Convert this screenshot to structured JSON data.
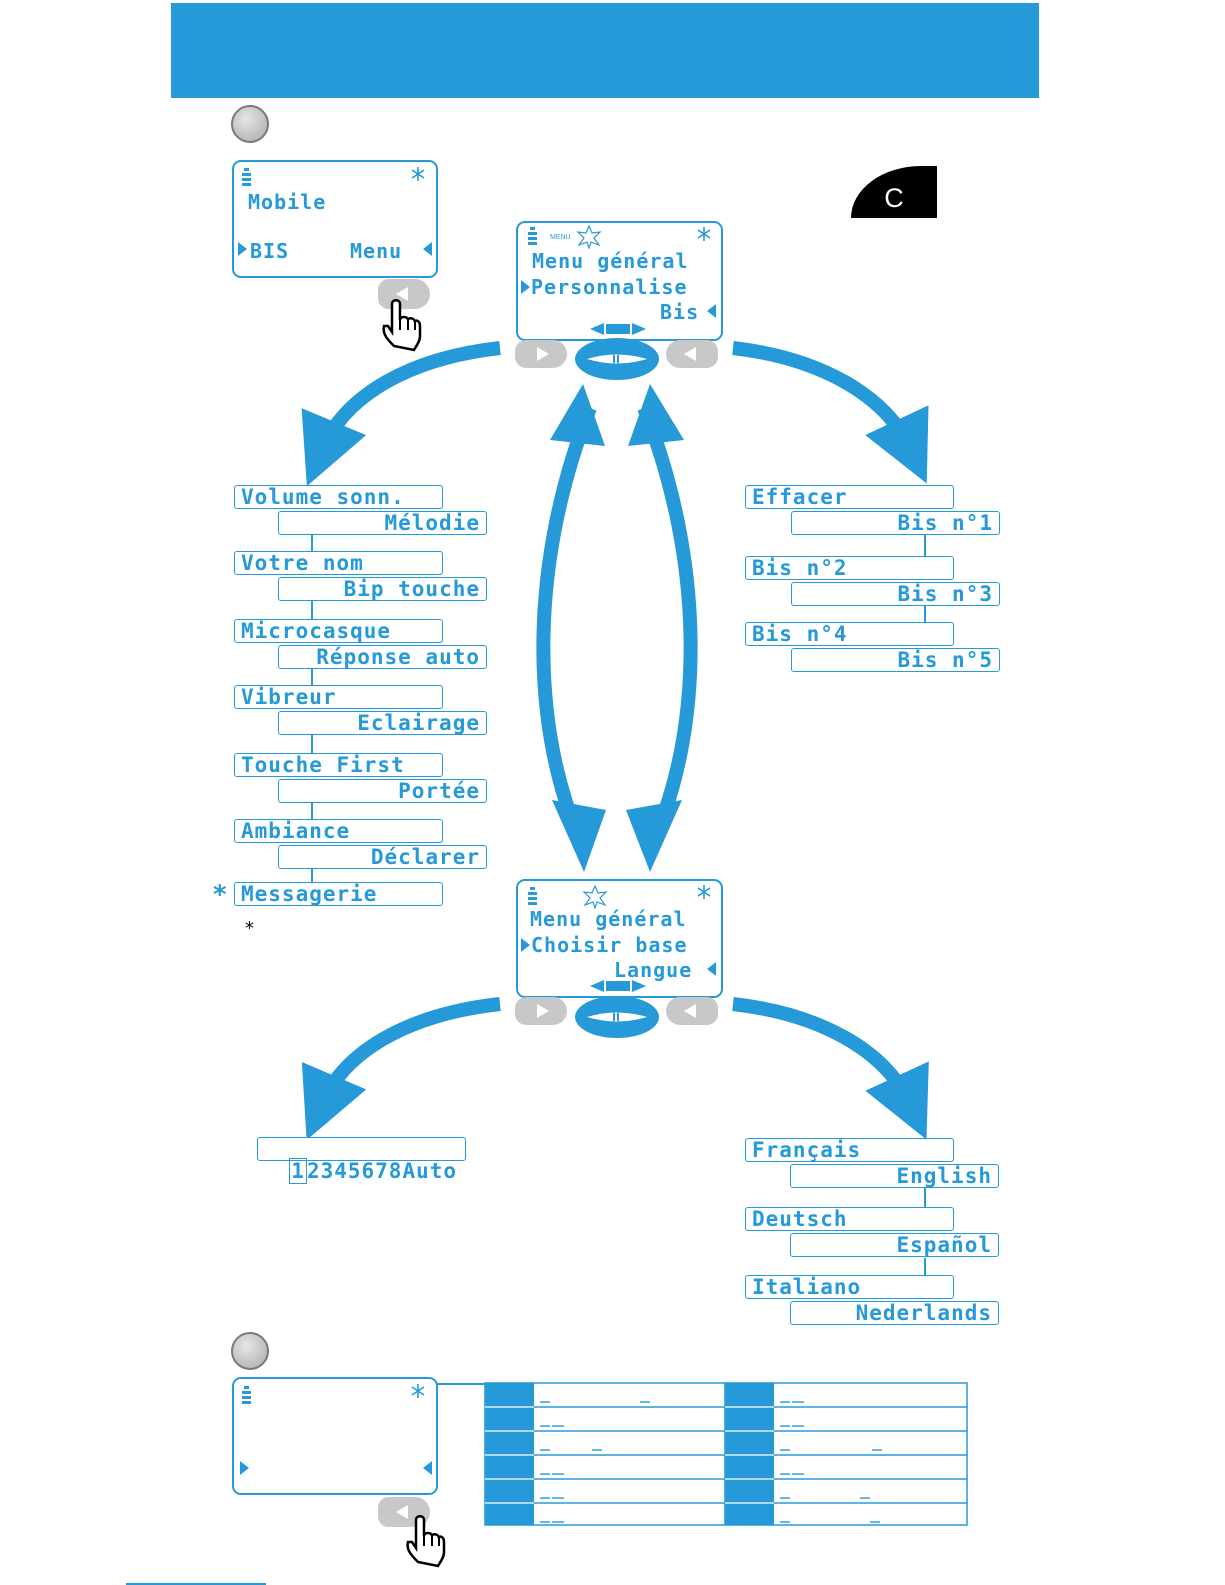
{
  "badge": "C",
  "phone_top": {
    "line1": "Mobile",
    "left_key": "BIS",
    "right_key": "Menu"
  },
  "menu1": {
    "label": "MENU",
    "title": "Menu général",
    "item": "Personnalise",
    "right": "Bis"
  },
  "menu2": {
    "title": "Menu général",
    "item": "Choisir base",
    "right": "Langue"
  },
  "personnalise_items": [
    "Volume sonn.",
    "Mélodie",
    "Votre nom",
    "Bip touche",
    "Microcasque",
    "Réponse auto",
    "Vibreur",
    "Eclairage",
    "Touche First",
    "Portée",
    "Ambiance",
    "Déclarer",
    "Messagerie"
  ],
  "asterisk": "*",
  "bis_items": [
    "Effacer",
    "Bis n°1",
    "Bis n°2",
    "Bis n°3",
    "Bis n°4",
    "Bis n°5"
  ],
  "base_selector": {
    "selected": "1",
    "rest": "2345678Auto"
  },
  "langues": [
    "Français",
    "English",
    "Deutsch",
    "Español",
    "Italiano",
    "Nederlands"
  ],
  "colors": {
    "accent": "#2699d8",
    "key_grey": "#c8c8c8",
    "badge": "#000000"
  },
  "icons": [
    "battery-icon",
    "antenna-icon",
    "menu-star-icon",
    "hand-pointer-icon",
    "left-arrow-key-icon",
    "right-arrow-key-icon",
    "navigation-key-icon"
  ]
}
